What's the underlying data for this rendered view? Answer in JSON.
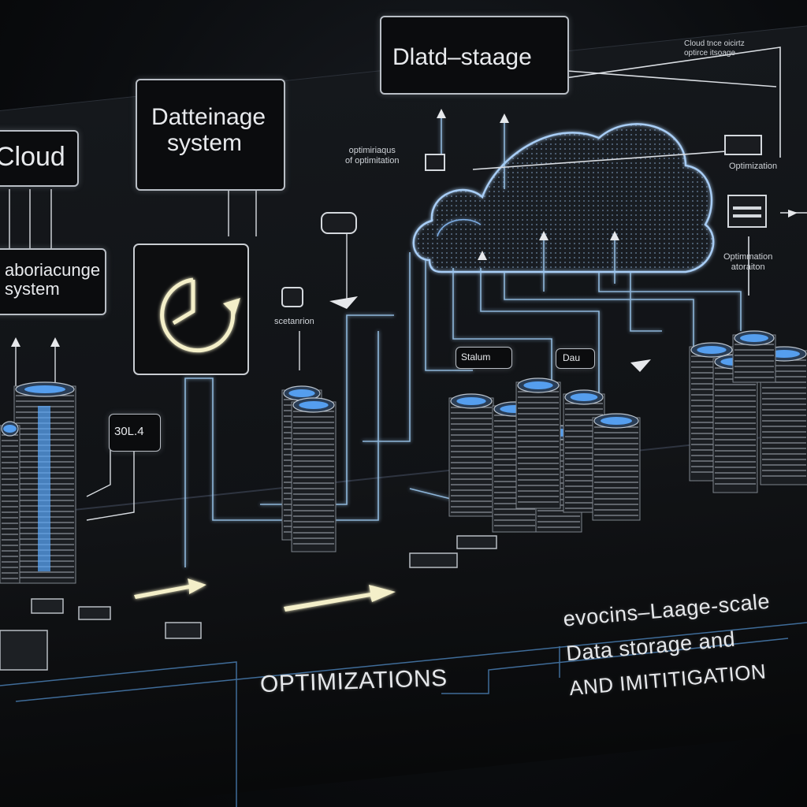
{
  "labels": {
    "cloud": "Cloud",
    "datteinage_line1": "Datteinage",
    "datteinage_line2": "system",
    "dlatd_stage": "Dlatd–staage",
    "left_system_line1": "aboriacunge",
    "left_system_line2": "system",
    "optimizations": "OPTIMIZATIONS",
    "right_line1": "evocins–Laage-scale",
    "right_line2": "Data storage and",
    "right_line3": "AND IMITITIGATION",
    "small_top_center_line1": "optimiriaqus",
    "small_top_center_line2": "of optimitation",
    "small_top_right_line1": "Cloud tnce oicirtz",
    "small_top_right_line2": "optirce itsoage",
    "small_right_1": "Optimization",
    "small_right_2_line1": "Optimmation",
    "small_right_2_line2": "atoraiton",
    "small_center_left": "scetanrion",
    "small_tag_left": "Stalum",
    "small_tag_right": "Dau",
    "small_tag_box": "30L.4"
  },
  "icons": [
    "clock-cycle-icon",
    "cloud-icon",
    "server-stack-icon",
    "arrow-icon"
  ],
  "colors": {
    "glow_blue": "#5aa9ff",
    "line_blue": "#9cc8f0",
    "panel_dark": "#0b0c0e",
    "text_light": "#e6e8eb",
    "arrow_yellow": "#f4efc9"
  }
}
